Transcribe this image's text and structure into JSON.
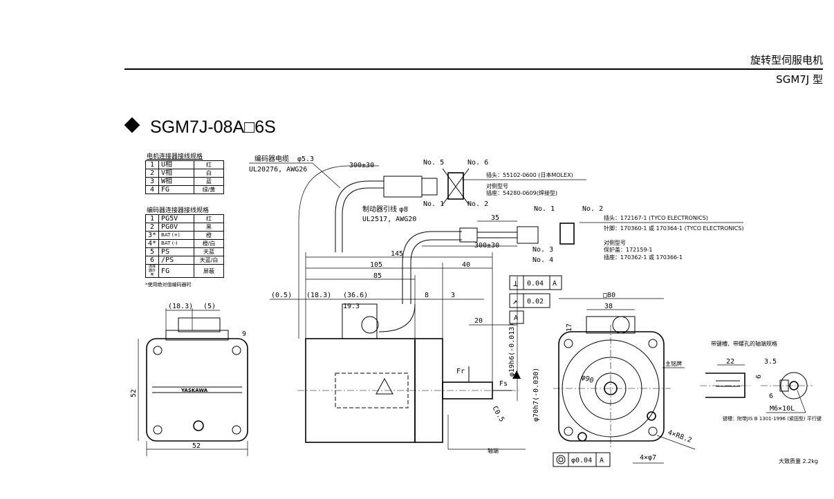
{
  "header": {
    "category": "旋转型伺服电机",
    "series": "SGM7J 型"
  },
  "title": "SGM7J-08A□6S",
  "motor_connector": {
    "title": "电机连接器接线规格",
    "rows": [
      {
        "no": "1",
        "signal": "U相",
        "color": "红"
      },
      {
        "no": "2",
        "signal": "V相",
        "color": "白"
      },
      {
        "no": "3",
        "signal": "W相",
        "color": "蓝"
      },
      {
        "no": "4",
        "signal": "FG",
        "color": "绿/黄"
      }
    ]
  },
  "encoder_connector": {
    "title": "编码器连接器接线规格",
    "rows": [
      {
        "no": "1",
        "signal": "PG5V",
        "color": "红"
      },
      {
        "no": "2",
        "signal": "PG0V",
        "color": "黑"
      },
      {
        "no": "3*",
        "signal": "BAT (+)",
        "color": "橙"
      },
      {
        "no": "4*",
        "signal": "BAT (-)",
        "color": "橙/白"
      },
      {
        "no": "5",
        "signal": "PS",
        "color": "天蓝"
      },
      {
        "no": "6",
        "signal": "/PS",
        "color": "天蓝/白"
      },
      {
        "no": "连接器外壳",
        "signal": "FG",
        "color": "屏蔽"
      }
    ],
    "note": "*使用绝对值编码器时"
  },
  "encoder_cable": {
    "label": "编码器电缆",
    "dia": "φ5.3",
    "spec": "UL20276, AWG26",
    "length": "300±30"
  },
  "brake_cable": {
    "label": "制动器引线 φ8",
    "spec": "UL2517, AWG20",
    "length": "300±30",
    "strip": "35"
  },
  "encoder_plug": {
    "pins": [
      "No. 5",
      "No. 6",
      "No. 1",
      "No. 2"
    ],
    "plug": "插头：55102-0600 (日本MOLEX)",
    "mate_title": "对侧型号",
    "mate": "插座：54280-0609(焊接型)"
  },
  "power_plug": {
    "pins": [
      "No. 1",
      "No. 2",
      "No. 3",
      "No. 4"
    ],
    "plug": "插头：172167-1 (TYCO ELECTRONICS)",
    "pin": "针脚：170360-1 或 170364-1 (TYCO ELECTRONICS)",
    "mate_title": "对侧型号",
    "cover": "保护盖：172159-1",
    "socket": "插座：170362-1 或 170366-1"
  },
  "dims": {
    "d145": "145",
    "d105": "105",
    "d85": "85",
    "d40": "40",
    "d05": "(0.5)",
    "d183": "(18.3)",
    "d366": "(36.6)",
    "d193": "19.3",
    "d8": "8",
    "d3": "3",
    "d20": "20",
    "shaft": "φ19h6(-0.013)",
    "spigot": "φ70h7(-0.030)",
    "c05": "C0.5",
    "fr": "Fr",
    "fs": "Fs",
    "sq80": "□80",
    "d38": "38",
    "d17": "17",
    "phi90": "φ90",
    "r82": "4×R8.2",
    "holes": "4×φ7",
    "end_183": "(18.3)",
    "end_5": "(5)",
    "end_9": "9",
    "end_52v": "52",
    "end_52h": "52",
    "perp_tol": "0.04",
    "perp_ref": "A",
    "runout_tol": "0.02",
    "datum": "A",
    "conc_tol": "φ0.04",
    "conc_ref": "A"
  },
  "labels": {
    "nameplate": "主铭牌",
    "shaft_end": "轴端",
    "brand": "YASKAWA"
  },
  "shaft_spec": {
    "title": "带键槽、带螺孔的轴端规格",
    "d22": "22",
    "d35": "3.5",
    "d6a": "6",
    "d6b": "6",
    "thread": "M6×10L",
    "key": "键槽：附带JIS B 1301-1996 (紧固型) 平行键"
  },
  "mass": "大致质量  2.2kg"
}
